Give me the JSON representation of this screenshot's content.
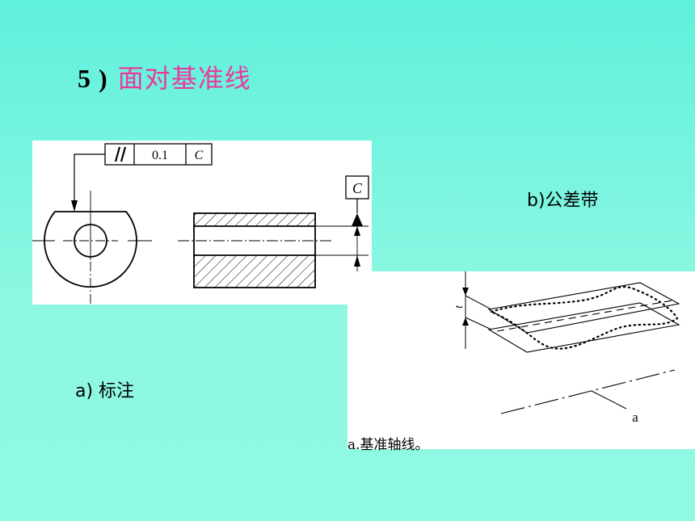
{
  "title": {
    "number": "5 )",
    "text": "面对基准线"
  },
  "annotation_view": {
    "caption": "a) 标注",
    "frame_symbol": "//",
    "frame_tolerance": "0.1",
    "frame_datum": "C",
    "datum_label": "C"
  },
  "tolerance_zone_view": {
    "caption": "b)公差带",
    "width_label": "t",
    "axis_label": "a",
    "legend": "a.基准轴线。"
  }
}
